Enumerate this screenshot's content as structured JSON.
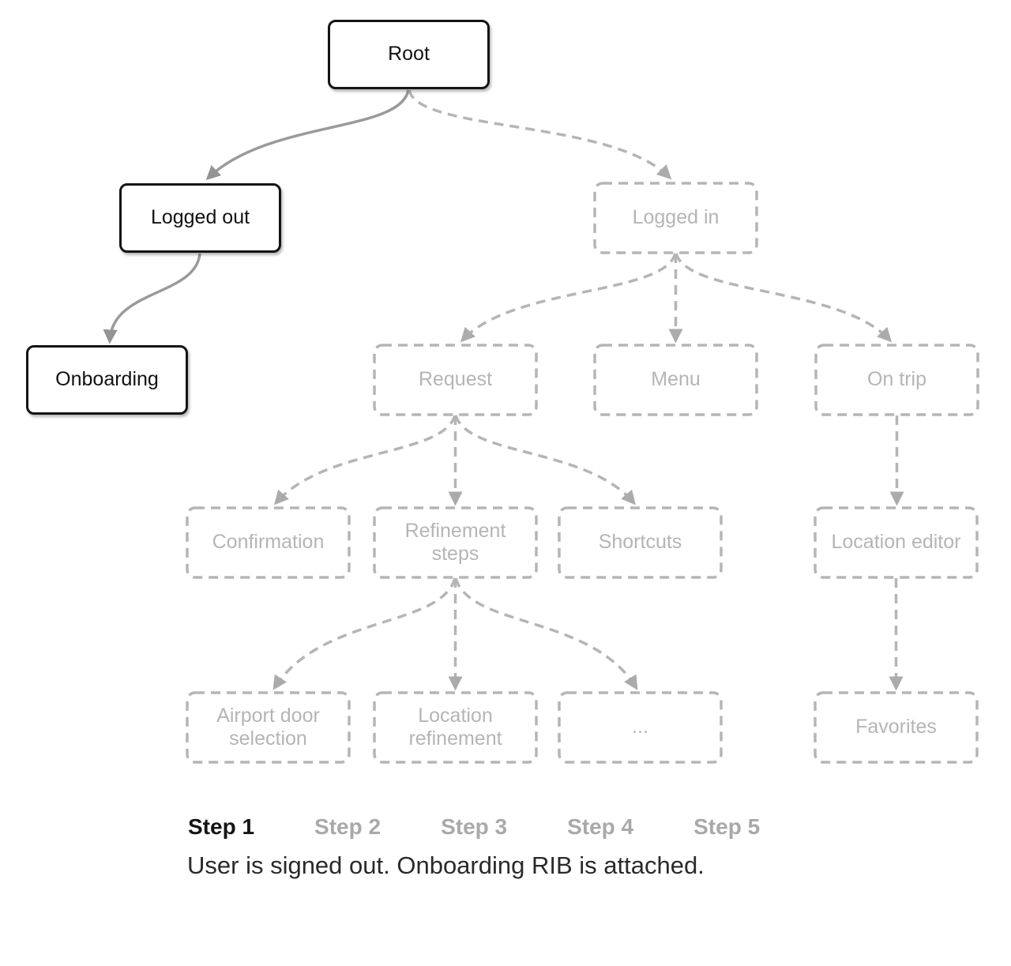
{
  "diagram": {
    "nodes": [
      {
        "id": "root",
        "label": "Root",
        "state": "attached"
      },
      {
        "id": "logged-out",
        "label": "Logged out",
        "state": "attached"
      },
      {
        "id": "onboarding",
        "label": "Onboarding",
        "state": "attached"
      },
      {
        "id": "logged-in",
        "label": "Logged in",
        "state": "detached"
      },
      {
        "id": "request",
        "label": "Request",
        "state": "detached"
      },
      {
        "id": "menu",
        "label": "Menu",
        "state": "detached"
      },
      {
        "id": "on-trip",
        "label": "On trip",
        "state": "detached"
      },
      {
        "id": "confirmation",
        "label": "Confirmation",
        "state": "detached"
      },
      {
        "id": "refinement-steps",
        "label": "Refinement steps",
        "state": "detached"
      },
      {
        "id": "shortcuts",
        "label": "Shortcuts",
        "state": "detached"
      },
      {
        "id": "location-editor",
        "label": "Location editor",
        "state": "detached"
      },
      {
        "id": "airport-door-selection",
        "label": "Airport door selection",
        "state": "detached"
      },
      {
        "id": "location-refinement",
        "label": "Location refinement",
        "state": "detached"
      },
      {
        "id": "ellipsis",
        "label": "...",
        "state": "detached"
      },
      {
        "id": "favorites",
        "label": "Favorites",
        "state": "detached"
      }
    ],
    "edges": [
      {
        "from": "root",
        "to": "logged-out",
        "style": "solid"
      },
      {
        "from": "root",
        "to": "logged-in",
        "style": "dashed"
      },
      {
        "from": "logged-out",
        "to": "onboarding",
        "style": "solid"
      },
      {
        "from": "logged-in",
        "to": "request",
        "style": "dashed"
      },
      {
        "from": "logged-in",
        "to": "menu",
        "style": "dashed"
      },
      {
        "from": "logged-in",
        "to": "on-trip",
        "style": "dashed"
      },
      {
        "from": "request",
        "to": "confirmation",
        "style": "dashed"
      },
      {
        "from": "request",
        "to": "refinement-steps",
        "style": "dashed"
      },
      {
        "from": "request",
        "to": "shortcuts",
        "style": "dashed"
      },
      {
        "from": "on-trip",
        "to": "location-editor",
        "style": "dashed"
      },
      {
        "from": "refinement-steps",
        "to": "airport-door-selection",
        "style": "dashed"
      },
      {
        "from": "refinement-steps",
        "to": "location-refinement",
        "style": "dashed"
      },
      {
        "from": "refinement-steps",
        "to": "ellipsis",
        "style": "dashed"
      },
      {
        "from": "location-editor",
        "to": "favorites",
        "style": "dashed"
      }
    ],
    "colors": {
      "attached_border": "#141414",
      "attached_text": "#121212",
      "detached_gray": "#b5b5b5",
      "solid_arrow": "#9a9a9a",
      "background": "#ffffff"
    }
  },
  "steps": {
    "items": [
      {
        "label": "Step 1",
        "active": true
      },
      {
        "label": "Step 2",
        "active": false
      },
      {
        "label": "Step 3",
        "active": false
      },
      {
        "label": "Step 4",
        "active": false
      },
      {
        "label": "Step 5",
        "active": false
      }
    ],
    "caption": "User is signed out. Onboarding RIB is attached."
  }
}
